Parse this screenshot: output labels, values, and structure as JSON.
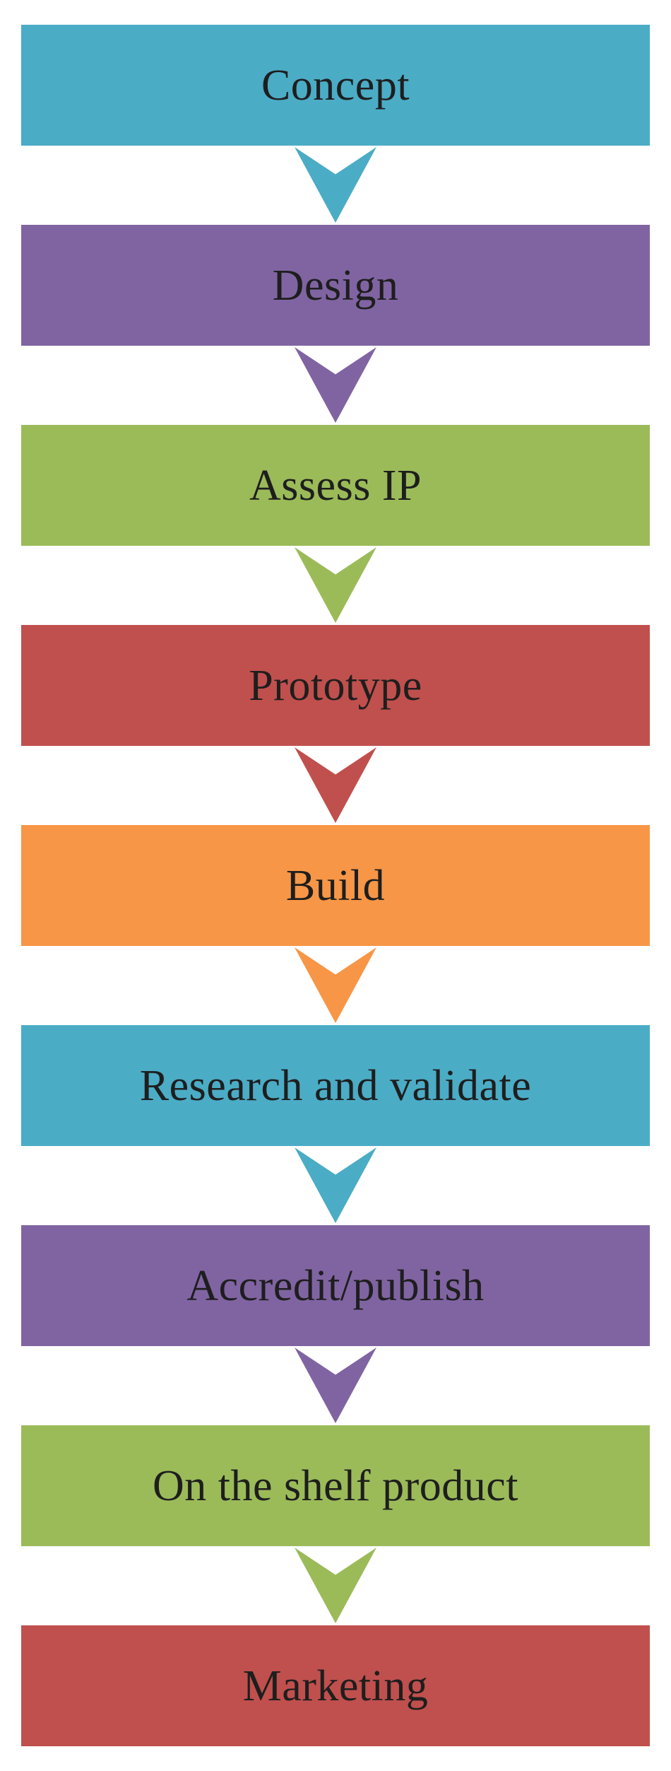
{
  "diagram": {
    "type": "vertical-process-flowchart",
    "background": "#ffffff",
    "text_color": "#1e1e1e",
    "steps": [
      {
        "label": "Concept",
        "color": "#4BACC6"
      },
      {
        "label": "Design",
        "color": "#8064A2"
      },
      {
        "label": "Assess IP",
        "color": "#9BBB59"
      },
      {
        "label": "Prototype",
        "color": "#C0504D"
      },
      {
        "label": "Build",
        "color": "#F79646"
      },
      {
        "label": "Research and validate",
        "color": "#4BACC6"
      },
      {
        "label": "Accredit/publish",
        "color": "#8064A2"
      },
      {
        "label": "On the shelf product",
        "color": "#9BBB59"
      },
      {
        "label": "Marketing",
        "color": "#C0504D"
      }
    ],
    "connector": {
      "icon": "down-arrow-icon",
      "style": "notched-block-arrow",
      "color_rule": "matches preceding step color"
    }
  }
}
